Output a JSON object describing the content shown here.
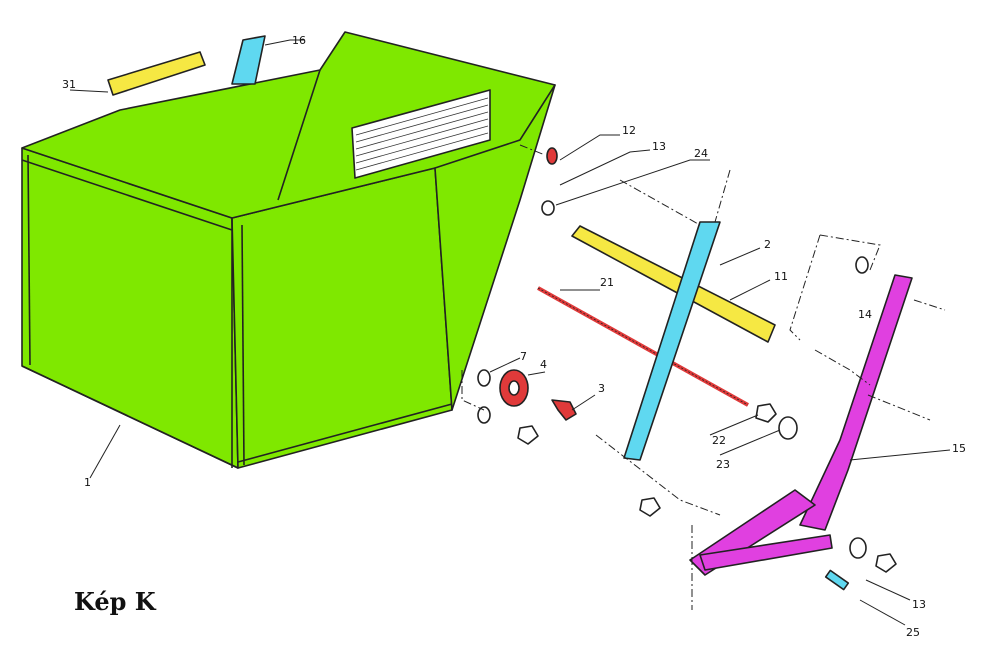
{
  "caption": "Kép K",
  "colors": {
    "hopper": "#7fe800",
    "plate": "#f6e843",
    "bracket": "#5fd8f0",
    "frame": "#e040e0",
    "shaft": "#e03a3a"
  },
  "part_labels": {
    "p1": "1",
    "p2": "2",
    "p3": "3",
    "p4": "4",
    "p7": "7",
    "p11": "11",
    "p12": "12",
    "p13a": "13",
    "p13b": "13",
    "p14": "14",
    "p15": "15",
    "p16": "16",
    "p21": "21",
    "p22": "22",
    "p23": "23",
    "p24": "24",
    "p25": "25",
    "p31": "31"
  }
}
